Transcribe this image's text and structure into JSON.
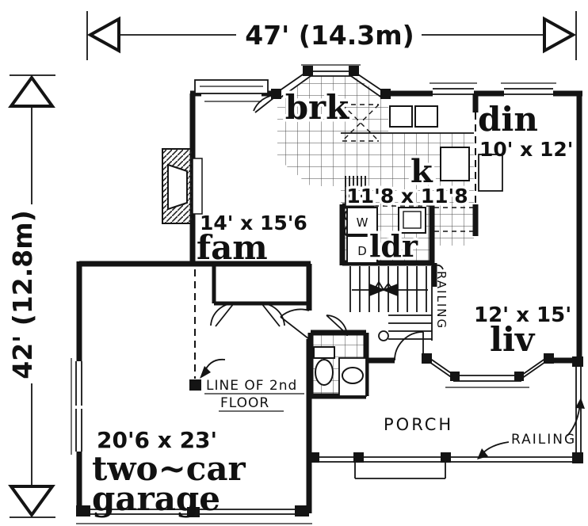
{
  "dimensions": {
    "width": "47' (14.3m)",
    "height": "42' (12.8m)"
  },
  "rooms": {
    "brk": {
      "label": "brk"
    },
    "din": {
      "label": "din",
      "size": "10' x 12'"
    },
    "kitchen": {
      "label": "k",
      "size": "11'8 x 11'8"
    },
    "fam": {
      "label": "fam",
      "size": "14' x 15'6"
    },
    "laundry": {
      "label": "ldr"
    },
    "living": {
      "label": "liv",
      "size": "12' x 15'"
    },
    "garage": {
      "size": "20'6 x 23'",
      "label_line1": "two~car",
      "label_line2": "garage"
    }
  },
  "annotations": {
    "porch": "PORCH",
    "porch_railing": "RAILING",
    "stair_railing": "RAILING",
    "second_floor_line1": "LINE OF 2nd",
    "second_floor_line2": "FLOOR",
    "washer": "W",
    "dryer": "D"
  },
  "colors": {
    "ink": "#141414",
    "paper": "#ffffff"
  }
}
